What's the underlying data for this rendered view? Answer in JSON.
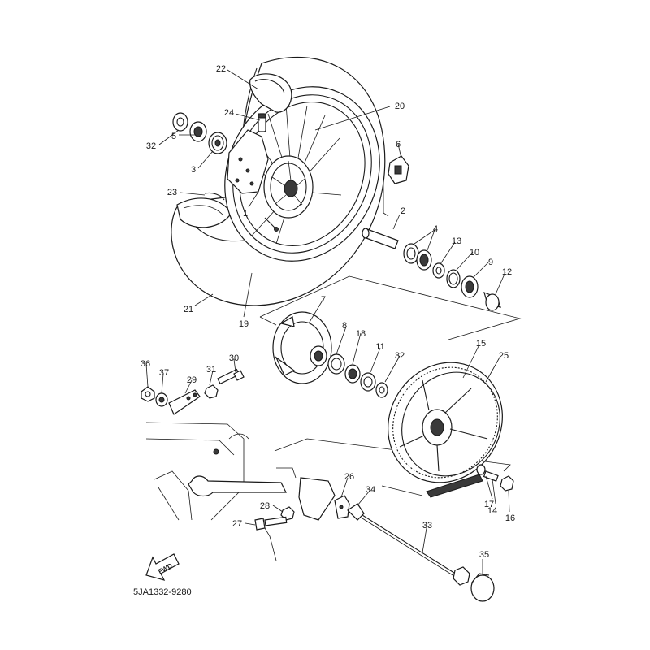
{
  "diagram_code": "5JA1332-9280",
  "fwd_label": "FWD",
  "callouts": {
    "c1": "1",
    "c2": "2",
    "c3": "3",
    "c4": "4",
    "c5": "5",
    "c6": "6",
    "c7": "7",
    "c8": "8",
    "c9": "9",
    "c10": "10",
    "c11": "11",
    "c12": "12",
    "c13": "13",
    "c14": "14",
    "c15": "15",
    "c16": "16",
    "c17": "17",
    "c18": "18",
    "c19": "19",
    "c20": "20",
    "c21": "21",
    "c22": "22",
    "c23": "23",
    "c24": "24",
    "c25": "25",
    "c26": "26",
    "c27": "27",
    "c28": "28",
    "c29": "29",
    "c30": "30",
    "c31": "31",
    "c32a": "32",
    "c32b": "32",
    "c33": "33",
    "c34": "34",
    "c35": "35",
    "c36": "36",
    "c37": "37"
  }
}
